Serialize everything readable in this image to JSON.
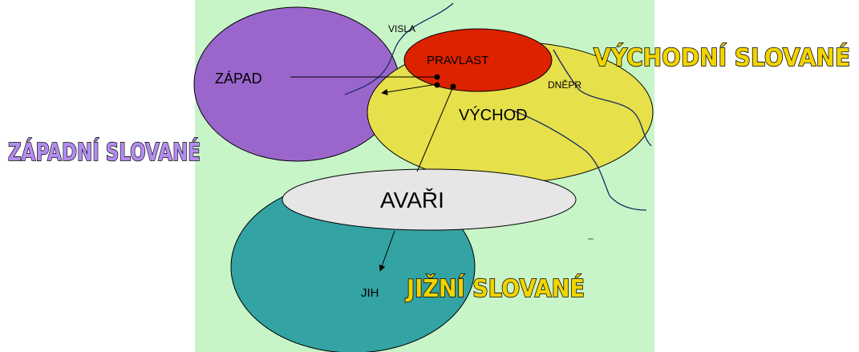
{
  "colors": {
    "background": "#ffffff",
    "map": "#c8f5c8",
    "zapad": "#9a66cc",
    "vychod": "#e6e04a",
    "pravlast": "#dd2200",
    "avari": "#e6e6e6",
    "jih": "#33a3a3",
    "label_vychodni": "#f2d400",
    "label_zapadni": "#b48cf0",
    "label_jizni": "#f2d400"
  },
  "regions": {
    "zapad": "ZÁPAD",
    "pravlast": "PRAVLAST",
    "vychod": "VÝCHOD",
    "avari": "AVAŘI",
    "jih": "JIH"
  },
  "rivers": {
    "visla": "VISLA",
    "dnepr": "DNĚPR"
  },
  "groups": {
    "vychodni": "VÝCHODNÍ SLOVANÉ",
    "zapadni": "ZÁPADNÍ SLOVANÉ",
    "jizni": "JIŽNÍ SLOVANÉ"
  },
  "migration_arrows": [
    {
      "from": "PRAVLAST",
      "to": "ZÁPAD"
    },
    {
      "from": "PRAVLAST",
      "to": "JIH"
    }
  ]
}
